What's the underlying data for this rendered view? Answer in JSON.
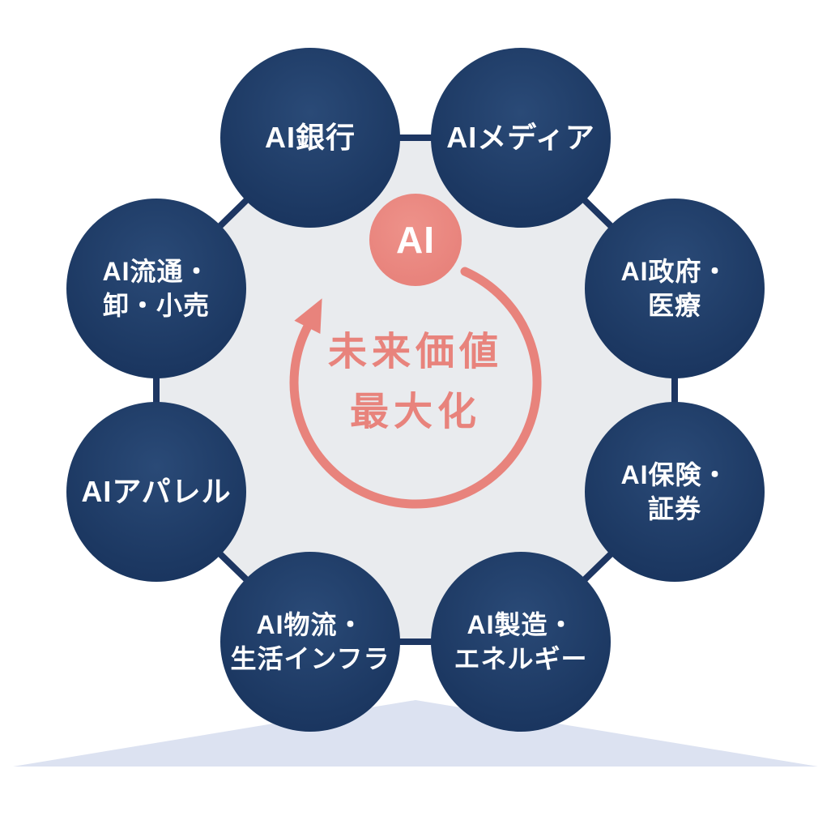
{
  "diagram": {
    "title": "AI value maximization diagram",
    "center": {
      "badge": "AI",
      "message": "未来価値\n最大化"
    },
    "nodes": [
      {
        "id": "ai-bank",
        "label": "AI銀行"
      },
      {
        "id": "ai-media",
        "label": "AIメディア"
      },
      {
        "id": "ai-government-medical",
        "label": "AI政府・\n医療"
      },
      {
        "id": "ai-insurance-securities",
        "label": "AI保険・\n証券"
      },
      {
        "id": "ai-manufacturing-energy",
        "label": "AI製造・\nエネルギー"
      },
      {
        "id": "ai-logistics-infra",
        "label": "AI物流・\n生活インフラ"
      },
      {
        "id": "ai-apparel",
        "label": "AIアパレル"
      },
      {
        "id": "ai-distribution-retail",
        "label": "AI流通・\n卸・小売"
      }
    ],
    "colors": {
      "node_navy": "#1c3862",
      "accent_salmon": "#e8837c",
      "octagon_fill": "#e9ebee",
      "octagon_edge": "#1d3662",
      "pedestal": "#dce2f1"
    }
  }
}
